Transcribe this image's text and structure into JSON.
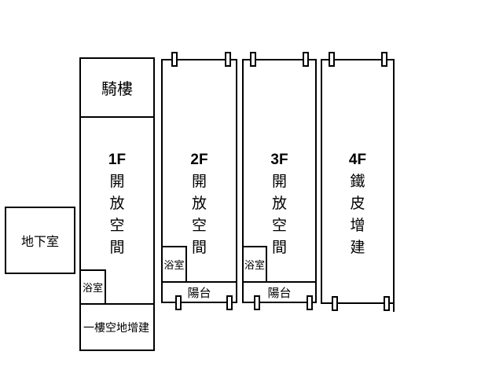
{
  "basement": {
    "label": "地下室"
  },
  "arcade": {
    "label": "騎樓"
  },
  "annex": {
    "label": "一樓空地增建"
  },
  "floors": [
    {
      "label": "1F",
      "text": "開\n放\n空\n間",
      "bathroom_label": "浴室"
    },
    {
      "label": "2F",
      "text": "開\n放\n空\n間",
      "bathroom_label": "浴室",
      "balcony_label": "陽台"
    },
    {
      "label": "3F",
      "text": "開\n放\n空\n間",
      "bathroom_label": "浴室",
      "balcony_label": "陽台"
    },
    {
      "label": "4F",
      "text": "鐵\n皮\n增\n建"
    }
  ],
  "colors": {
    "line": "#000000",
    "background": "#ffffff"
  }
}
